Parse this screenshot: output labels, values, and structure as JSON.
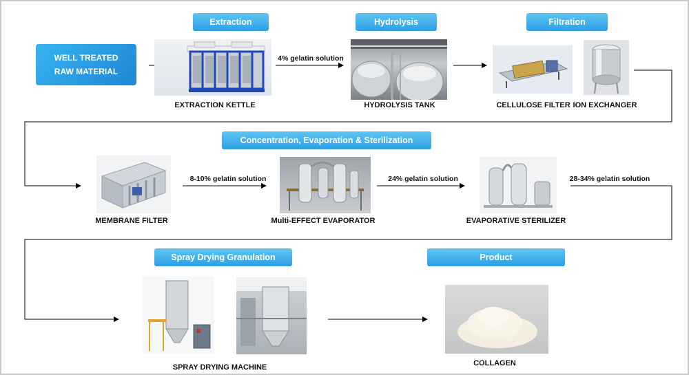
{
  "stages": {
    "extraction": "Extraction",
    "hydrolysis": "Hydrolysis",
    "filtration": "Filtration",
    "concentration": "Concentration, Evaporation & Sterilization",
    "spray": "Spray Drying Granulation",
    "product": "Product"
  },
  "raw_material": {
    "line1": "WELL TREATED",
    "line2": "RAW MATERIAL"
  },
  "equipment": {
    "extraction_kettle": "EXTRACTION KETTLE",
    "hydrolysis_tank": "HYDROLYSIS TANK",
    "cellulose_filter": "CELLULOSE FILTER",
    "ion_exchanger": "ION EXCHANGER",
    "membrane_filter": "MEMBRANE FILTER",
    "multi_effect_evaporator": "Multi-EFFECT EVAPORATOR",
    "evaporative_sterilizer": "EVAPORATIVE STERILIZER",
    "spray_drying_machine": "SPRAY DRYING MACHINE",
    "collagen": "COLLAGEN"
  },
  "flow_labels": {
    "after_extraction": "4% gelatin solution",
    "after_membrane": "8-10% gelatin solution",
    "after_evaporator": "24% gelatin solution",
    "after_sterilizer": "28-34% gelatin solution"
  },
  "colors": {
    "stage_banner": "#3aa9e8",
    "raw_box": "#2a98e0",
    "arrow": "#000000"
  }
}
